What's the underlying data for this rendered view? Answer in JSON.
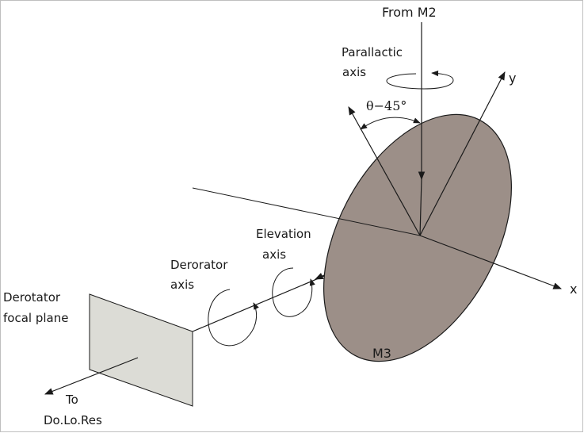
{
  "labels": {
    "from_m2": "From M2",
    "parallactic_1": "Parallactic",
    "parallactic_2": "axis",
    "angle": "θ−45°",
    "y_axis": "y",
    "x_axis": "x",
    "elevation_1": "Elevation",
    "elevation_2": "axis",
    "derorator_1": "Derorator",
    "derorator_2": "axis",
    "derotator_fp_1": "Derotator",
    "derotator_fp_2": "focal plane",
    "to": "To",
    "dolores": "Do.Lo.Res",
    "m3": "M3"
  },
  "colors": {
    "mirror_fill": "#9c8f88",
    "plane_fill": "#dcdcd6",
    "stroke": "#1a1a1a",
    "background": "#ffffff"
  }
}
